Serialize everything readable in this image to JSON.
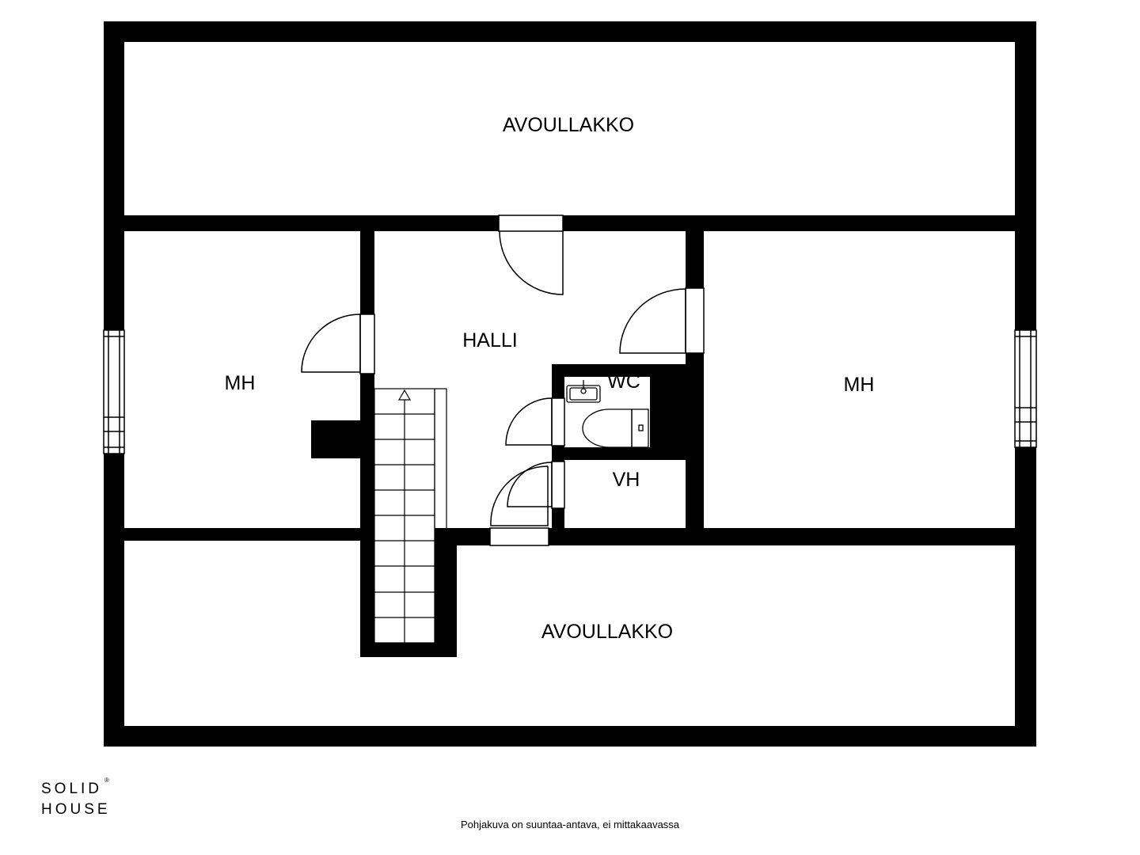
{
  "colors": {
    "wall": "#000000",
    "background": "#ffffff"
  },
  "rooms": {
    "attic_top": "AVOULLAKKO",
    "attic_bottom": "AVOULLAKKO",
    "hall": "HALLI",
    "bedroom_left": "MH",
    "bedroom_right": "MH",
    "toilet": "WC",
    "closet": "VH"
  },
  "icons": [
    "stair-arrow-icon",
    "sink-icon",
    "toilet-icon"
  ],
  "logo": {
    "line1": "SOLID",
    "line2": "HOUSE",
    "mark": "®"
  },
  "disclaimer": "Pohjakuva on suuntaa-antava, ei mittakaavassa"
}
